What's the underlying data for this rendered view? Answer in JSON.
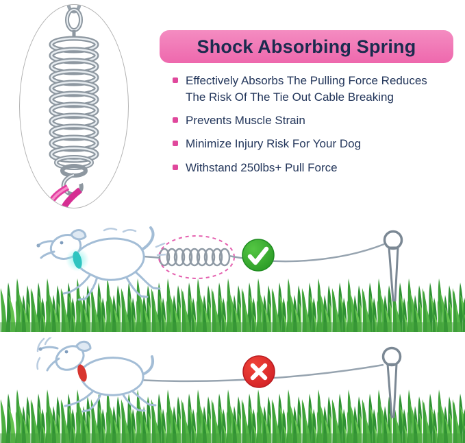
{
  "header": {
    "title": "Shock Absorbing Spring"
  },
  "features": [
    "Effectively Absorbs The Pulling Force Reduces The Risk Of The Tie Out Cable Breaking",
    "Prevents Muscle Strain",
    "Minimize Injury Risk For Your Dog",
    "Withstand 250lbs+ Pull Force"
  ],
  "callout": {
    "icon": "shock-absorbing-spring-closeup",
    "rope_color": "#e23d9f"
  },
  "scenes": {
    "with_spring": {
      "status_icon": "checkmark-icon",
      "status_color": "#2fa32c",
      "collar_color": "#2fc4c0",
      "highlight": "dashed-ellipse-around-spring",
      "elements": [
        "dog-running",
        "tie-out-cable",
        "shock-absorbing-spring",
        "ground-stake"
      ]
    },
    "without_spring": {
      "status_icon": "cross-icon",
      "status_color": "#e6252b",
      "collar_color": "#d8352f",
      "elements": [
        "dog-pulling",
        "tie-out-cable",
        "ground-stake"
      ]
    }
  },
  "colors": {
    "banner": "#f078b6",
    "title_text": "#1b2b4e",
    "body_text": "#22355a",
    "bullet_marker": "#e0489c",
    "dashed_highlight": "#e45fae",
    "cable": "#96a3af",
    "dog_outline": "#a3bdd6",
    "grass": "#45a83d",
    "stake": "#7b8894"
  }
}
